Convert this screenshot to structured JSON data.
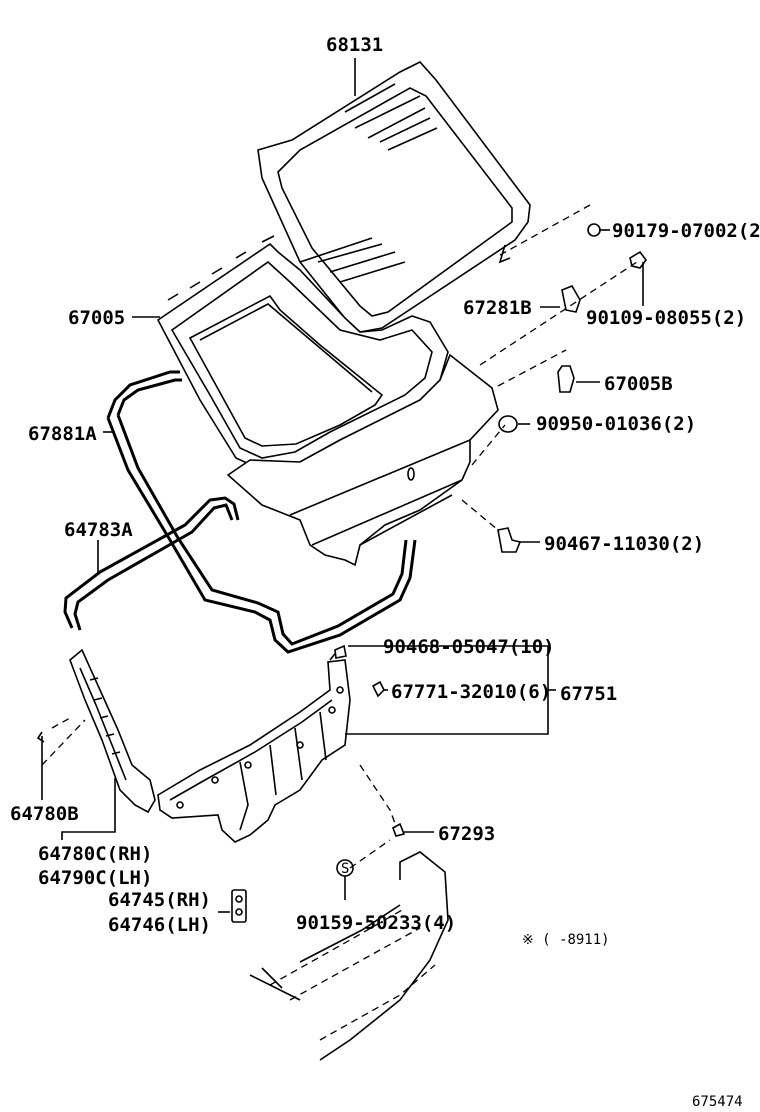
{
  "diagram": {
    "parts": [
      {
        "id": "glass",
        "number": "68131"
      },
      {
        "id": "screw-upper",
        "number": "90179-07002(2)"
      },
      {
        "id": "bracket-b",
        "number": "67281B"
      },
      {
        "id": "bolt",
        "number": "90109-08055(2)"
      },
      {
        "id": "weatherstrip-frame",
        "number": "67005"
      },
      {
        "id": "cushion",
        "number": "67005B"
      },
      {
        "id": "door-weatherstrip",
        "number": "67881A"
      },
      {
        "id": "grommet",
        "number": "90950-01036(2)"
      },
      {
        "id": "side-stripe",
        "number": "64783A"
      },
      {
        "id": "clip",
        "number": "90467-11030(2)"
      },
      {
        "id": "clip-10",
        "number": "90468-05047(10)"
      },
      {
        "id": "clip-6",
        "number": "67771-32010(6)"
      },
      {
        "id": "door-trim-board",
        "number": "67751"
      },
      {
        "id": "pin",
        "number": "64780B"
      },
      {
        "id": "trim-rh",
        "number": "64780C(RH)"
      },
      {
        "id": "trim-lh",
        "number": "64790C(LH)"
      },
      {
        "id": "cover",
        "number": "67293"
      },
      {
        "id": "hinge-rh",
        "number": "64745(RH)"
      },
      {
        "id": "hinge-lh",
        "number": "64746(LH)"
      },
      {
        "id": "screw-lower",
        "number": "90159-50233(4)"
      }
    ],
    "note": "※ (    -8911)",
    "figure_id": "675474"
  }
}
